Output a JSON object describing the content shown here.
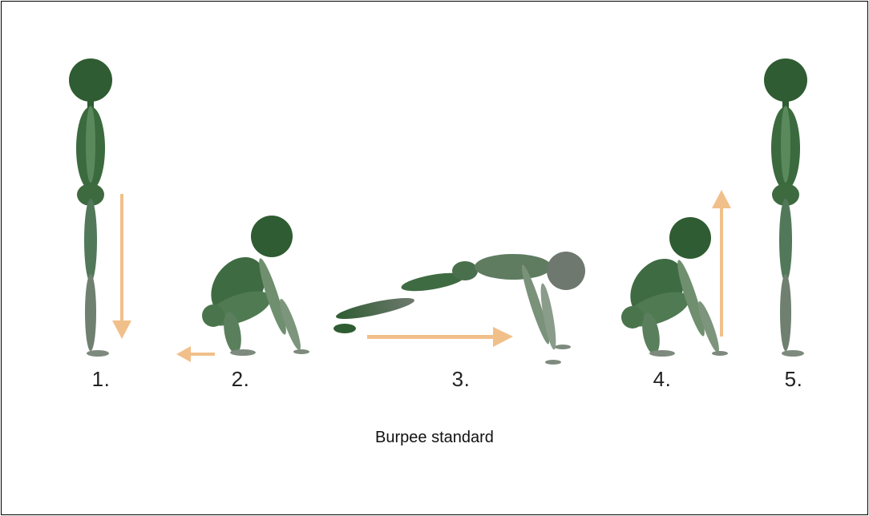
{
  "figure": {
    "steps": [
      {
        "label": "1."
      },
      {
        "label": "2."
      },
      {
        "label": "3."
      },
      {
        "label": "4."
      },
      {
        "label": "5."
      }
    ],
    "caption": "Burpee standard"
  },
  "colors": {
    "figure_dark": "#2f5c32",
    "figure_mid": "#4f7a52",
    "figure_light": "#7f9a80",
    "figure_grey": "#7d8a7d",
    "arrow": "#f1c08a",
    "frame": "#000000"
  }
}
